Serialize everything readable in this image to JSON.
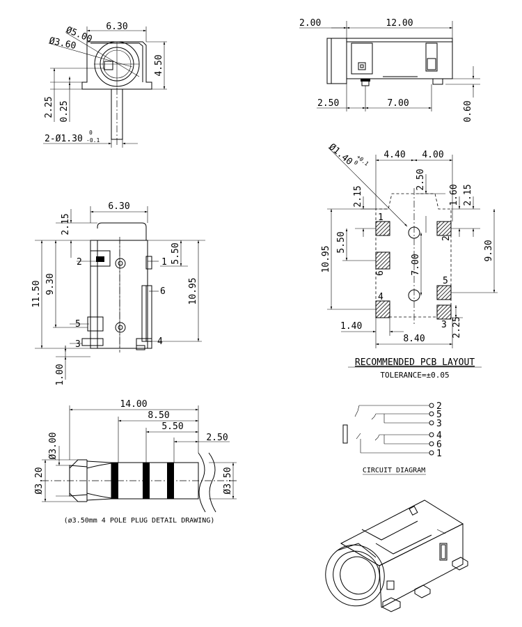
{
  "front_view": {
    "d_outer": "Ø5.00",
    "d_inner": "Ø3.60",
    "width": "6.30",
    "height": "4.50",
    "offset": "2.25",
    "base": "0.25",
    "pin_dia": "2-Ø1.30",
    "pin_tol_upper": "0",
    "pin_tol_lower": "-0.1"
  },
  "side_view": {
    "front": "2.00",
    "length": "12.00",
    "pin_offset": "2.50",
    "pin_pitch": "7.00",
    "standoff": "0.60"
  },
  "top_view": {
    "width": "6.30",
    "top_offset": "2.15",
    "total_len": "11.50",
    "span": "9.30",
    "pin_span": "5.50",
    "body_len": "10.95",
    "bottom": "1.00",
    "pins": [
      "1",
      "2",
      "3",
      "4",
      "5",
      "6"
    ]
  },
  "pcb": {
    "hole_dia": "Ø1.40",
    "hole_tol_upper": "+0.1",
    "hole_tol_lower": "0",
    "left_x": "4.40",
    "right_x": "4.00",
    "center_top": "2.50",
    "left_top": "2.15",
    "right_top": "1.60",
    "right_top2": "2.15",
    "left_span": "5.50",
    "left_total": "10.95",
    "center_span": "7.00",
    "right_span": "9.30",
    "pad_w": "1.40",
    "total_w": "8.40",
    "bottom": "2.25",
    "title": "RECOMMENDED PCB LAYOUT",
    "tolerance": "TOLERANCE=±0.05",
    "pads": [
      "1",
      "2",
      "6",
      "5",
      "4",
      "3"
    ]
  },
  "plug": {
    "len_total": "14.00",
    "len_2": "8.50",
    "len_3": "5.50",
    "len_4": "2.50",
    "d_tip": "Ø3.00",
    "d_shaft": "Ø3.20",
    "d_body": "Ø3.50",
    "caption": "(ø3.50mm 4 POLE PLUG DETAIL DRAWING)"
  },
  "circuit": {
    "terminals": [
      "2",
      "5",
      "3",
      "4",
      "6",
      "1"
    ],
    "title": "CIRCUIT DIAGRAM"
  }
}
